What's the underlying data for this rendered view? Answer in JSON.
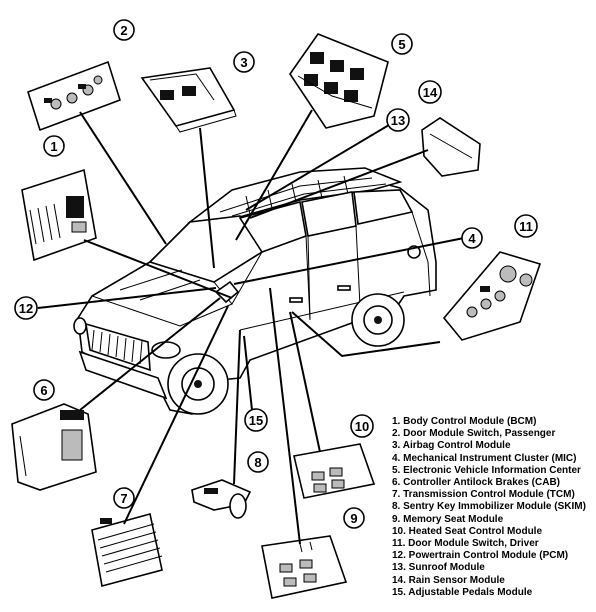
{
  "callouts": [
    "1",
    "2",
    "3",
    "4",
    "5",
    "6",
    "7",
    "8",
    "9",
    "10",
    "11",
    "12",
    "13",
    "14",
    "15"
  ],
  "legend": [
    "1. Body Control Module (BCM)",
    "2. Door Module Switch, Passenger",
    "3. Airbag Control Module",
    "4. Mechanical Instrument Cluster (MIC)",
    "5. Electronic Vehicle Information Center",
    "6. Controller Antilock Brakes (CAB)",
    "7. Transmission Control Module (TCM)",
    "8. Sentry Key Immobilizer Module (SKIM)",
    "9. Memory Seat Module",
    "10. Heated Seat Control Module",
    "11. Door Module Switch, Driver",
    "12. Powertrain Control Module (PCM)",
    "13. Sunroof Module",
    "14. Rain Sensor Module",
    "15. Adjustable Pedals Module"
  ]
}
